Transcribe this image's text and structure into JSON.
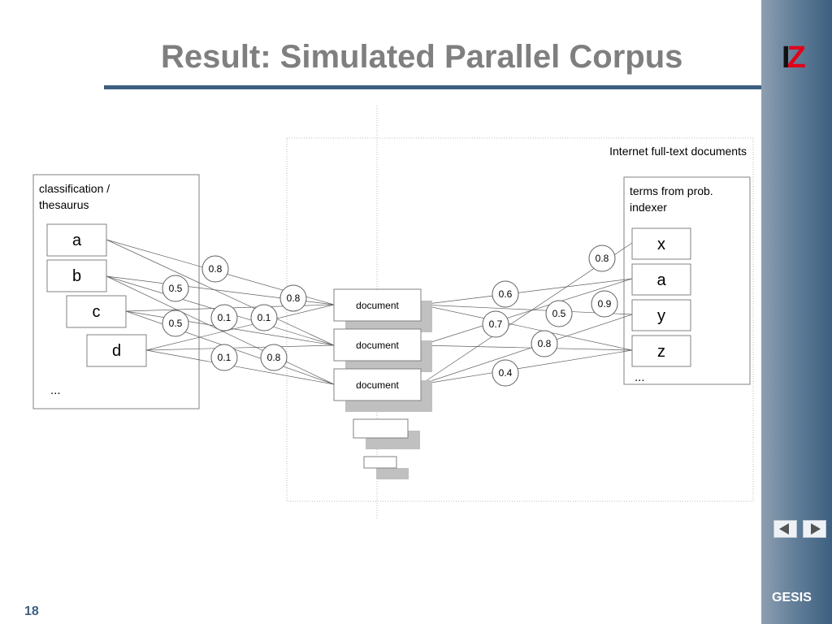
{
  "slide": {
    "title": "Result: Simulated Parallel Corpus",
    "logo_main": "I",
    "logo_accent": "Z",
    "footer_brand": "GESIS",
    "page_number": "18",
    "colors": {
      "sidebar": "#4f6f8f",
      "title": "#7f7f7f",
      "logo_accent": "#e0001a"
    },
    "nav_icons": [
      "triangle-left-icon",
      "triangle-right-icon"
    ]
  },
  "diagram": {
    "internet_label": "Internet full-text documents",
    "left_box_title": [
      "classification /",
      "thesaurus"
    ],
    "left_terms": [
      "a",
      "b",
      "c",
      "d"
    ],
    "left_ellipsis": "...",
    "right_box_title": [
      "terms from prob.",
      "indexer"
    ],
    "right_terms": [
      "x",
      "a",
      "y",
      "z"
    ],
    "right_ellipsis": "...",
    "document_label": "document",
    "weights_left": [
      "0.8",
      "0.5",
      "0.8",
      "0.5",
      "0.1",
      "0.1",
      "0.1",
      "0.8"
    ],
    "weights_right": [
      "0.8",
      "0.6",
      "0.9",
      "0.5",
      "0.7",
      "0.8",
      "0.4"
    ]
  }
}
